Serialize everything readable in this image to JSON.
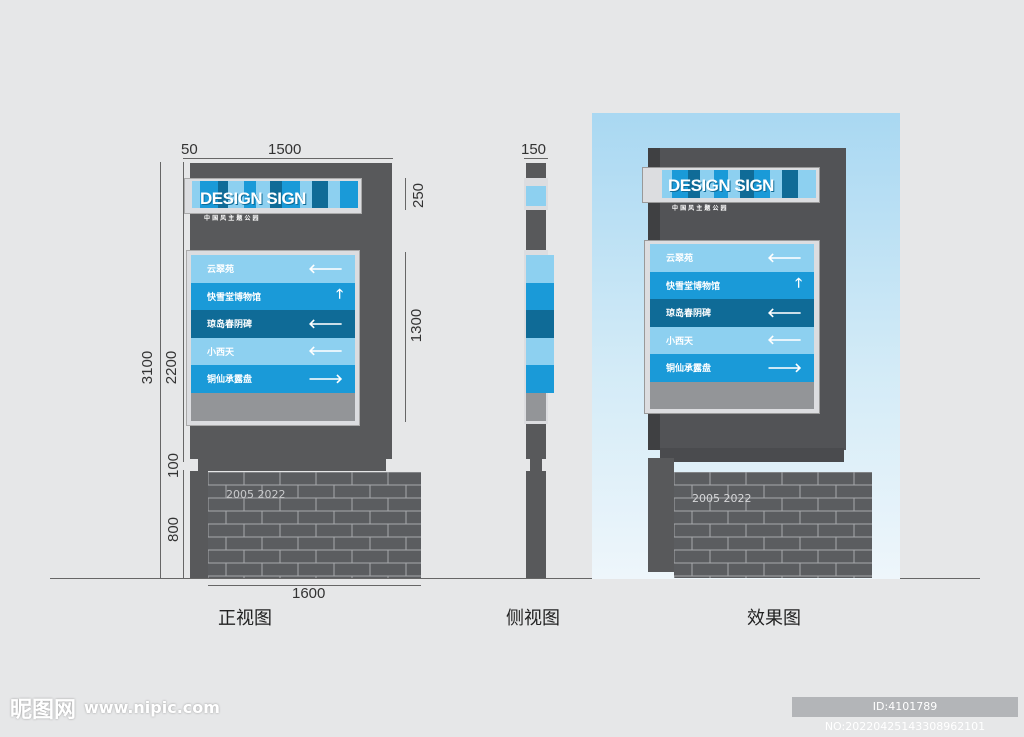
{
  "dimensions": {
    "front_edge": "50",
    "front_width": "1500",
    "header_h": "250",
    "panel_h": "1300",
    "total_h": "3100",
    "sign_h": "2200",
    "gap_h": "100",
    "base_h": "800",
    "base_w": "1600",
    "side_depth": "150"
  },
  "banner": {
    "title": "DESIGN SIGN",
    "subtitle": "中 国 风 主 题 公 园"
  },
  "directory": [
    {
      "label": "云翠苑",
      "arrow": "🡐",
      "color": "#8dd0f0"
    },
    {
      "label": "快雪堂博物馆",
      "arrow": "🡑",
      "color": "#1a9ad8"
    },
    {
      "label": "琼岛春阴碑",
      "arrow": "🡐",
      "color": "#0f6b97"
    },
    {
      "label": "小西天",
      "arrow": "🡐",
      "color": "#8dd0f0"
    },
    {
      "label": "铜仙承露盘",
      "arrow": "🡒",
      "color": "#1a9ad8"
    }
  ],
  "base_text": "2005  2022",
  "views": {
    "front": "正视图",
    "side": "侧视图",
    "effect": "效果图"
  },
  "watermark": {
    "logo": "昵图网",
    "site": "www.nipic.com",
    "id": "ID:4101789 NO:20220425143308962101"
  },
  "colors": {
    "sign_gray": "#58595b",
    "light_blue": "#8dd0f0",
    "mid_blue": "#1a9ad8",
    "dark_blue": "#0f6b97",
    "panel_gray": "#939598"
  }
}
